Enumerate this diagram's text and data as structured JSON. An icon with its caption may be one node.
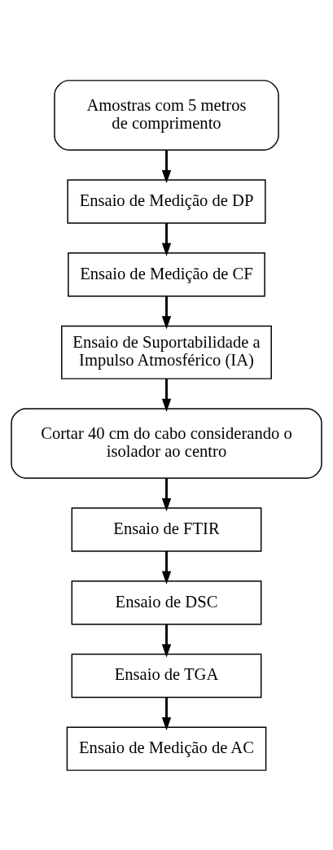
{
  "diagram": {
    "nodes": [
      {
        "text": [
          "Amostras com 5 metros de comprimento"
        ]
      },
      {
        "text": [
          "Ensaio de Medição de DP"
        ]
      },
      {
        "text": [
          "Ensaio de Medição de CF"
        ]
      },
      {
        "text": [
          "Ensaio de Suportabilidade a Impulso Atmosférico (IA)"
        ]
      },
      {
        "text": [
          "Cortar 40 cm do cabo considerando o isolador ao centro"
        ]
      },
      {
        "text": [
          "Ensaio de FTIR"
        ]
      },
      {
        "text": [
          "Ensaio de DSC"
        ]
      },
      {
        "text": [
          "Ensaio de TGA"
        ]
      },
      {
        "text": [
          "Ensaio de Medição de AC"
        ]
      }
    ],
    "edges": [
      {
        "from": 0,
        "to": 1,
        "arrow": "to"
      },
      {
        "from": 1,
        "to": 2,
        "arrow": "to"
      },
      {
        "from": 2,
        "to": 3,
        "arrow": "to"
      },
      {
        "from": 3,
        "to": 4,
        "arrow": "to"
      },
      {
        "from": 4,
        "to": 5,
        "arrow": "to"
      },
      {
        "from": 5,
        "to": 6,
        "arrow": "to"
      },
      {
        "from": 6,
        "to": 7,
        "arrow": "to"
      },
      {
        "from": 7,
        "to": 8,
        "arrow": "to"
      }
    ]
  }
}
